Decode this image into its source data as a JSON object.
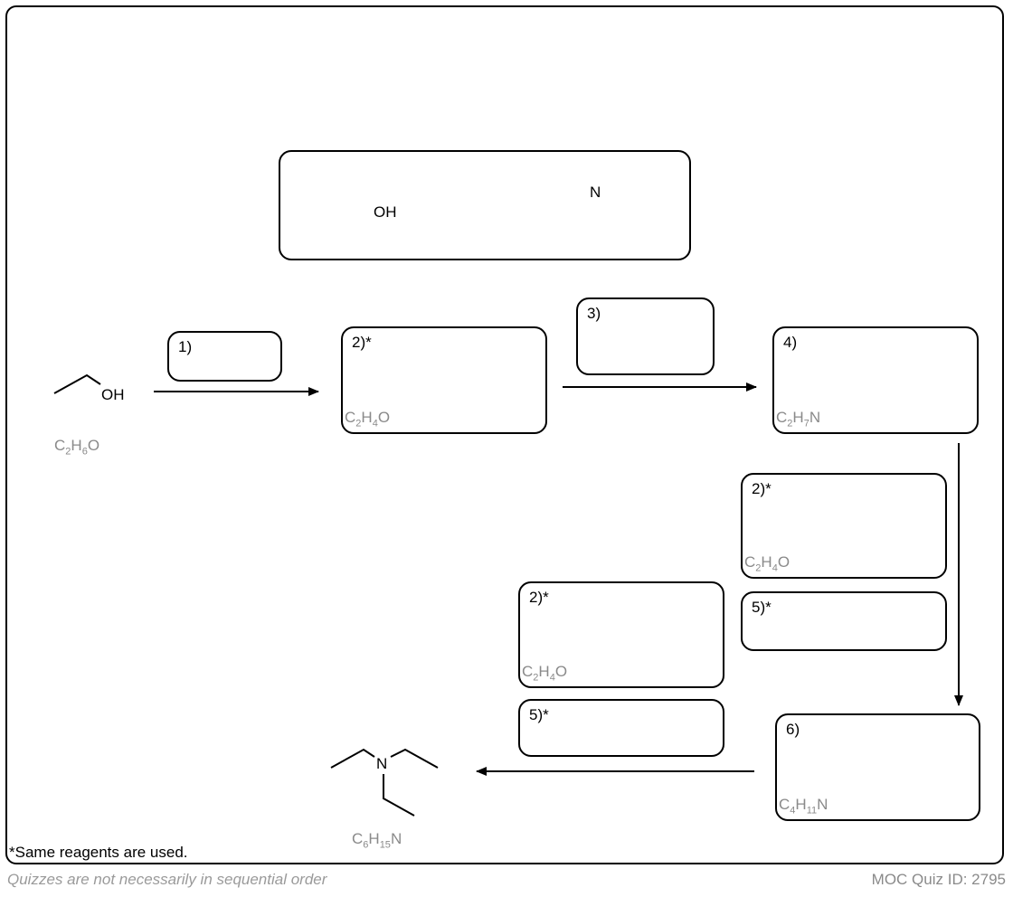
{
  "title_scheme": {
    "start_oh": "OH",
    "product_n": "N"
  },
  "start": {
    "oh": "OH",
    "formula": [
      "C",
      "2",
      "H",
      "6",
      "O"
    ]
  },
  "product": {
    "n": "N",
    "formula": [
      "C",
      "6",
      "H",
      "15",
      "N"
    ]
  },
  "boxes": [
    {
      "id": "1",
      "label": "1)",
      "formula": null
    },
    {
      "id": "2a",
      "label": "2)*",
      "formula": [
        "C",
        "2",
        "H",
        "4",
        "O"
      ]
    },
    {
      "id": "3",
      "label": "3)",
      "formula": null
    },
    {
      "id": "4",
      "label": "4)",
      "formula": [
        "C",
        "2",
        "H",
        "7",
        "N"
      ]
    },
    {
      "id": "2b",
      "label": "2)*",
      "formula": [
        "C",
        "2",
        "H",
        "4",
        "O"
      ]
    },
    {
      "id": "5a",
      "label": "5)*",
      "formula": null
    },
    {
      "id": "2c",
      "label": "2)*",
      "formula": [
        "C",
        "2",
        "H",
        "4",
        "O"
      ]
    },
    {
      "id": "5b",
      "label": "5)*",
      "formula": null
    },
    {
      "id": "6",
      "label": "6)",
      "formula": [
        "C",
        "4",
        "H",
        "11",
        "N"
      ]
    }
  ],
  "footer": {
    "note": "*Same reagents are used.",
    "sequence": "Quizzes are not necessarily in sequential order",
    "quiz_id": "MOC Quiz ID: 2795"
  }
}
